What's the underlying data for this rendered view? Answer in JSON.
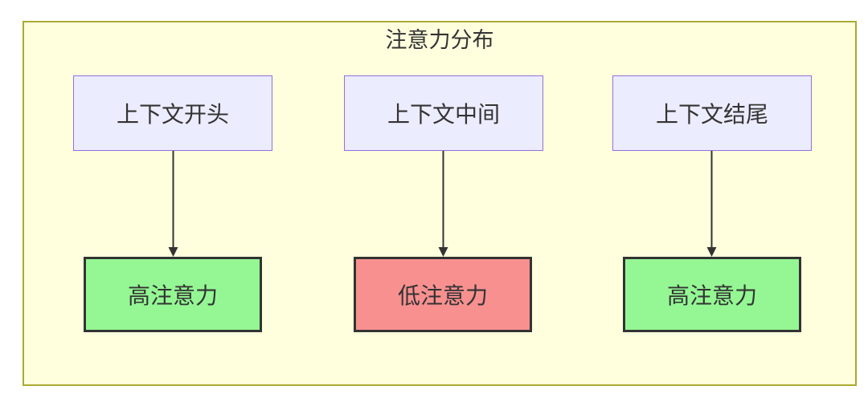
{
  "diagram": {
    "type": "flowchart",
    "title": "注意力分布",
    "colors": {
      "cluster_fill": "#ffffde",
      "cluster_border": "#aaaa33",
      "context_node_fill": "#ececff",
      "context_node_border": "#9370db",
      "high_attention_fill": "#94f794",
      "low_attention_fill": "#f89090",
      "attention_node_border": "#333333",
      "arrow": "#333333",
      "text": "#333333",
      "page_background": "#ffffff"
    },
    "context_nodes": [
      {
        "label": "上下文开头"
      },
      {
        "label": "上下文中间"
      },
      {
        "label": "上下文结尾"
      }
    ],
    "attention_nodes": [
      {
        "label": "高注意力",
        "level": "high"
      },
      {
        "label": "低注意力",
        "level": "low"
      },
      {
        "label": "高注意力",
        "level": "high"
      }
    ],
    "edges": [
      {
        "from": "上下文开头",
        "to": "高注意力"
      },
      {
        "from": "上下文中间",
        "to": "低注意力"
      },
      {
        "from": "上下文结尾",
        "to": "高注意力"
      }
    ]
  }
}
